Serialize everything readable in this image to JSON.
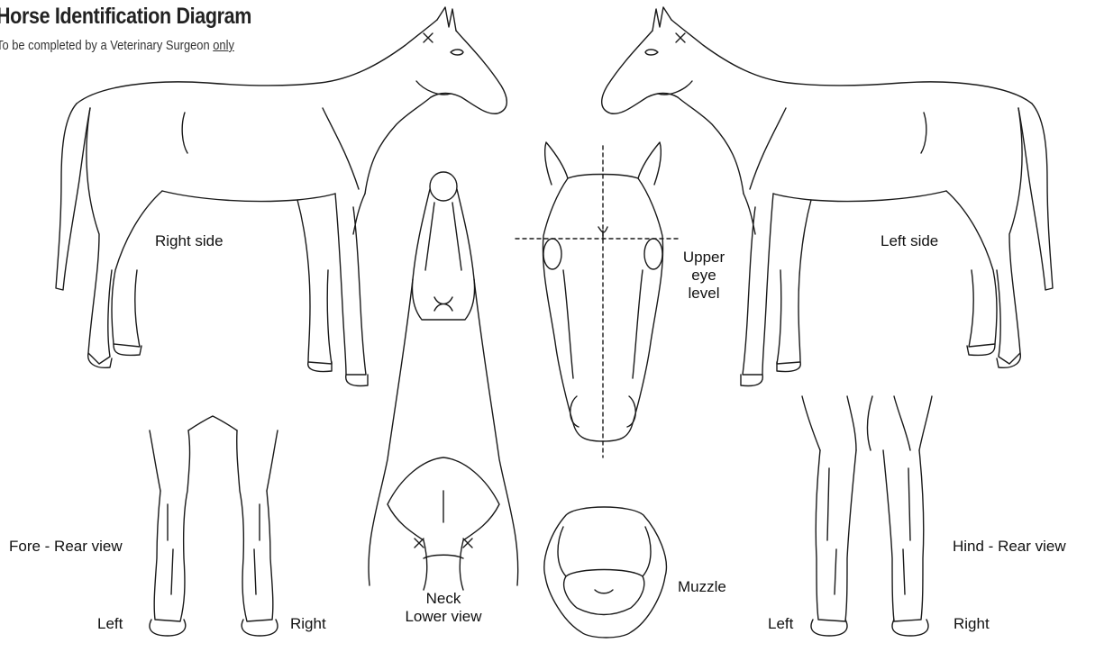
{
  "header": {
    "title": "Horse Identification Diagram",
    "subtitle_prefix": "To be completed by a Veterinary Surgeon ",
    "subtitle_emphasis": "only"
  },
  "labels": {
    "right_side": "Right side",
    "left_side": "Left side",
    "upper_eye_level_1": "Upper",
    "upper_eye_level_2": "eye",
    "upper_eye_level_3": "level",
    "fore_rear_view": "Fore - Rear view",
    "hind_rear_view": "Hind - Rear view",
    "fore_left": "Left",
    "fore_right": "Right",
    "hind_left": "Left",
    "hind_right": "Right",
    "neck_1": "Neck",
    "neck_2": "Lower view",
    "muzzle": "Muzzle"
  }
}
